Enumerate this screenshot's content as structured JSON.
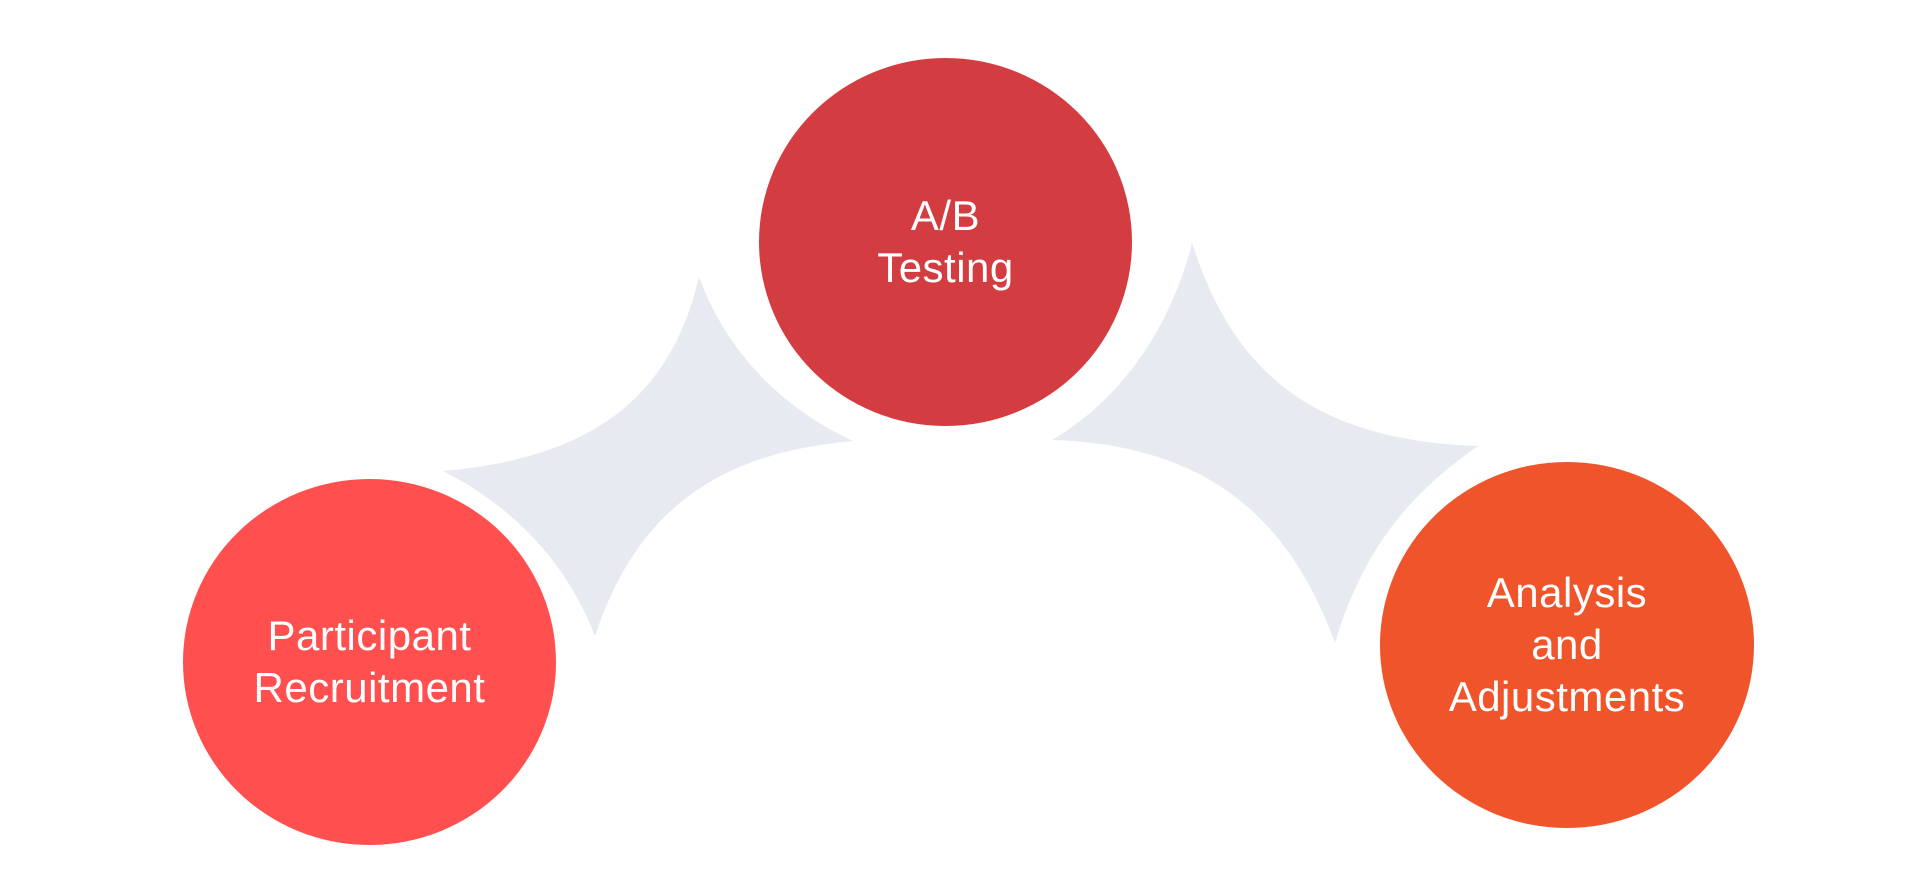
{
  "diagram": {
    "connector_color": "#e8eaf1",
    "nodes": [
      {
        "id": "participant-recruitment",
        "label": "Participant\nRecruitment",
        "color": "#ff4f4f"
      },
      {
        "id": "ab-testing",
        "label": "A/B\nTesting",
        "color": "#d33c40"
      },
      {
        "id": "analysis-adjustments",
        "label": "Analysis\nand\nAdjustments",
        "color": "#f0542b"
      }
    ]
  }
}
